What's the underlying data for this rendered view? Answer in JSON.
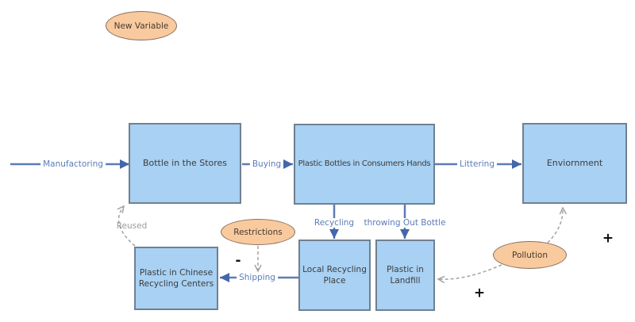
{
  "diagram": {
    "stocks": [
      {
        "id": "bottle-in-stores",
        "label": "Bottle in the Stores"
      },
      {
        "id": "consumers-hands",
        "label": "Plastic Bottles in Consumers Hands"
      },
      {
        "id": "environment",
        "label": "Enviornment"
      },
      {
        "id": "chinese-recycling-centers",
        "label": "Plastic in Chinese\nRecycling Centers"
      },
      {
        "id": "local-recycling-place",
        "label": "Local Recycling\nPlace"
      },
      {
        "id": "plastic-in-landfill",
        "label": "Plastic in\nLandfill"
      }
    ],
    "variables": [
      {
        "id": "new-variable",
        "label": "New Variable"
      },
      {
        "id": "restrictions",
        "label": "Restrictions"
      },
      {
        "id": "pollution",
        "label": "Pollution"
      }
    ],
    "flows": [
      {
        "id": "manufactoring",
        "label": "Manufactoring"
      },
      {
        "id": "buying",
        "label": "Buying"
      },
      {
        "id": "littering",
        "label": "Littering"
      },
      {
        "id": "recycling",
        "label": "Recycling"
      },
      {
        "id": "throwing-out-bottle",
        "label": "throwing Out Bottle"
      },
      {
        "id": "shipping",
        "label": "Shipping"
      }
    ],
    "links": [
      {
        "id": "reused",
        "label": "Reused",
        "sign": ""
      },
      {
        "id": "restrictions-to-shipping",
        "label": "",
        "sign": "-"
      },
      {
        "id": "pollution-to-landfill",
        "label": "",
        "sign": "+"
      },
      {
        "id": "pollution-to-environment",
        "label": "",
        "sign": "+"
      }
    ],
    "colors": {
      "background": "#FFFFFF",
      "stock_fill": "#A8D1F3",
      "stock_border": "#708090",
      "stock_text": "#3C3C3C",
      "variable_fill": "#F9CA9E",
      "variable_border": "#8A7060",
      "flow_line": "#5B7CB8",
      "flow_arrowhead": "#4466AA",
      "link_dashed": "#A3A3A3",
      "link_text": "#9A9A9A",
      "sign_text": "#111111"
    }
  }
}
